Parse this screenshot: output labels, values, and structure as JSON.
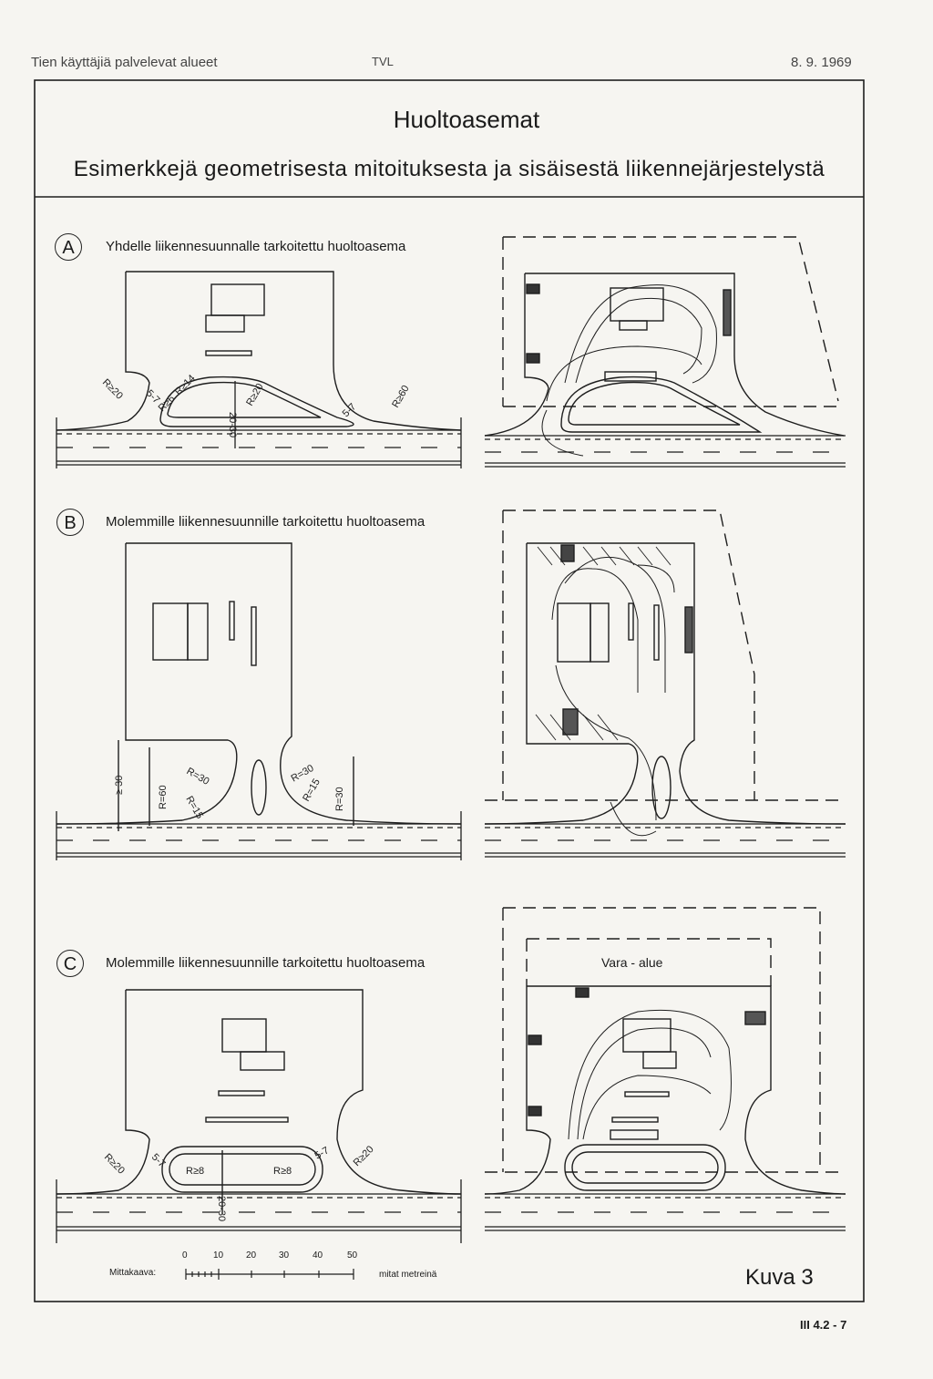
{
  "header": {
    "left": "Tien käyttäjiä palvelevat alueet",
    "center": "TVL",
    "right": "8. 9. 1969"
  },
  "title": "Huoltoasemat",
  "subtitle": "Esimerkkejä geometrisesta mitoituksesta ja sisäisestä liikennejärjestelystä",
  "sections": [
    {
      "letter": "A",
      "label": "Yhdelle liikennesuunnalle tarkoitettu huoltoasema"
    },
    {
      "letter": "B",
      "label": "Molemmille liikennesuunnille tarkoitettu huoltoasema"
    },
    {
      "letter": "C",
      "label": "Molemmille liikennesuunnille tarkoitettu huoltoasema"
    }
  ],
  "dimensions": {
    "a": [
      "R≥20",
      "5-7",
      "R≥14",
      "R≥6",
      "20-30",
      "R≥20",
      "5-7",
      "R≥60"
    ],
    "b": [
      "≥ 30",
      "R=60",
      "R=30",
      "R=15",
      "R=30",
      "R=15",
      "R=30"
    ],
    "c": [
      "R≥20",
      "5-7",
      "R≥8",
      "20-30",
      "R≥8",
      "5-7",
      "R≥20"
    ]
  },
  "vara_alue": "Vara - alue",
  "scale": {
    "label": "Mittakaava:",
    "ticks": [
      "0",
      "10",
      "20",
      "30",
      "40",
      "50"
    ],
    "unit": "mitat metreinä"
  },
  "figure": "Kuva 3",
  "page_number": "III 4.2 - 7"
}
